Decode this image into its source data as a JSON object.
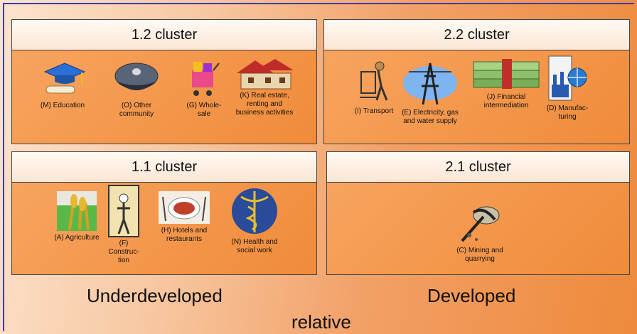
{
  "clusters": {
    "c12": {
      "title": "1.2 cluster",
      "items": [
        "(M) Education",
        "(O) Other community",
        "(G) Whole-sale",
        "(K) Real estate, renting and business activities"
      ]
    },
    "c22": {
      "title": "2.2 cluster",
      "items": [
        "(I) Transport",
        "(E) Electricity, gas and water supply",
        "(J) Financial intermediation",
        "(D) Manufac-turing"
      ]
    },
    "c11": {
      "title": "1.1 cluster",
      "items": [
        "(A) Agriculture",
        "(F) Construc-tion",
        "(H) Hotels and restaurants",
        "(N) Health and social work"
      ]
    },
    "c21": {
      "title": "2.1 cluster",
      "items": [
        "(C) Mining and quarrying"
      ]
    }
  },
  "labels": {
    "left": "Underdeveloped",
    "right": "Developed",
    "bottom": "relative"
  },
  "icons": {
    "c12": [
      "graduation-cap-icon",
      "police-cap-icon",
      "shopping-cart-icon",
      "house-icon"
    ],
    "c22": [
      "hand-truck-icon",
      "power-tower-icon",
      "money-stack-icon",
      "factory-globe-icon"
    ],
    "c11": [
      "wheat-icon",
      "construction-worker-icon",
      "meal-plate-icon",
      "caduceus-icon"
    ],
    "c21": [
      "pickaxe-icon"
    ]
  }
}
